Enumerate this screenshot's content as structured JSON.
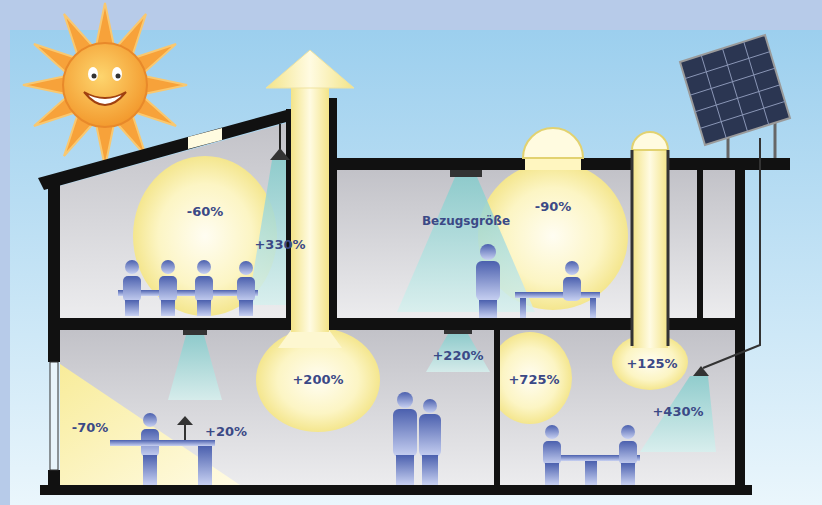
{
  "diagram": {
    "labels": [
      "-60%",
      "+330%",
      "Bezugsgröße",
      "-90%",
      "-70%",
      "+20%",
      "+200%",
      "+220%",
      "+725%",
      "+125%",
      "+430%"
    ]
  }
}
